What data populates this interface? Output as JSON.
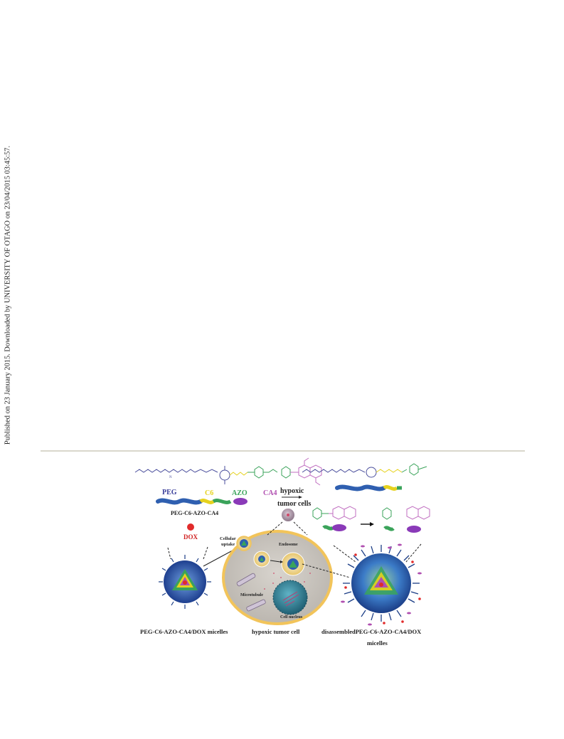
{
  "side_note": "Published on 23 January 2015. Downloaded by UNIVERSITY OF OTAGO on 23/04/2015 03:45:57.",
  "figure": {
    "labels": {
      "peg": "PEG",
      "c6": "C6",
      "azo": "AZO",
      "ca4": "CA4",
      "conjugate": "PEG-C6-AZO-CA4",
      "dox": "DOX",
      "hypoxic_line1": "hypoxic",
      "hypoxic_line2": "tumor cells",
      "cellular_line1": "Cellular",
      "cellular_line2": "uptake",
      "endosome": "Endosome",
      "microtubule": "Microtubule",
      "cell_nucleus": "Cell nucleus",
      "caption_left": "PEG-C6-AZO-CA4/DOX micelles",
      "caption_middle": "hypoxic tumor cell",
      "caption_right_line1": "disassembledPEG-C6-AZO-CA4/DOX",
      "caption_right_line2": "micelles"
    },
    "colors": {
      "peg": "#3b3f9a",
      "c6": "#e6d21e",
      "azo": "#3aa35a",
      "ca4": "#b04fb0",
      "dox": "#e12b2b",
      "cell_fill": "#cfcac3",
      "cell_border": "#f2c45a",
      "micelle_blue": "#2f5fb0",
      "nucleus": "#2e7f95"
    }
  }
}
